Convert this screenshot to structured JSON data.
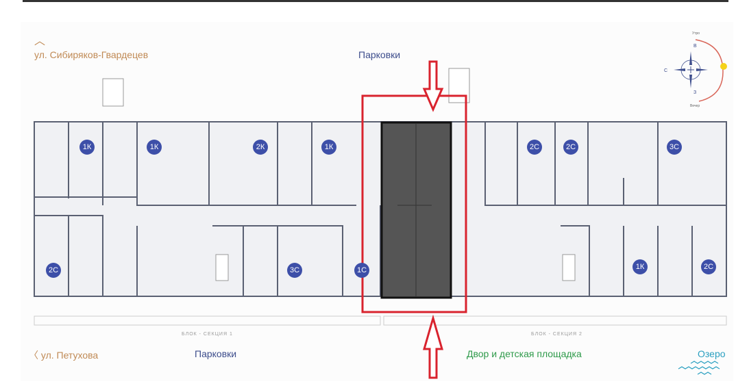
{
  "streets": {
    "top": "ул. Сибиряков-Гвардецев",
    "bottom": "ул. Петухова"
  },
  "labels": {
    "parking_top": "Парковки",
    "parking_bottom": "Парковки",
    "yard": "Двор и детская площадка",
    "lake": "Озеро"
  },
  "sections": [
    "БЛОК - СЕКЦИЯ 1",
    "БЛОК - СЕКЦИЯ 2"
  ],
  "compass": {
    "morning": "Утро",
    "evening": "Вечер",
    "east": "В",
    "north": "С",
    "west": "З"
  },
  "apartments": [
    "1К",
    "1К",
    "2К",
    "1К",
    "2С",
    "2С",
    "3С",
    "2С",
    "3С",
    "1С",
    "1К",
    "2С"
  ],
  "colors": {
    "highlight": "#d9232e",
    "selected": "#555555",
    "badge": "#3d4fa8"
  }
}
